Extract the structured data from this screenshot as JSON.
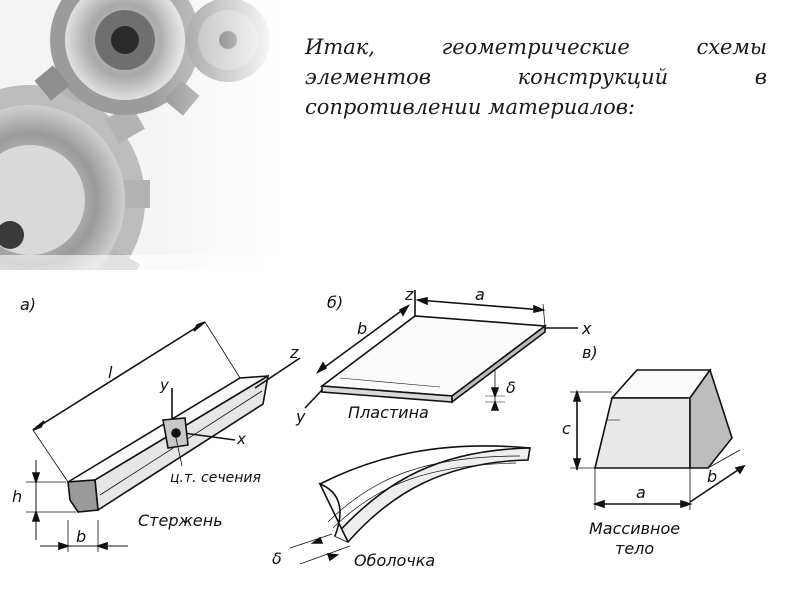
{
  "slide": {
    "heading": "Итак, геометрические схемы элементов конструкций в сопротивлении материалов:"
  },
  "figure": {
    "rod": {
      "panel": "а)",
      "length": "l",
      "height": "h",
      "width": "b",
      "axis_z": "z",
      "axis_y": "y",
      "axis_x": "x",
      "centroid": "ц.т. сечения",
      "name": "Стержень"
    },
    "plate": {
      "panel": "б)",
      "axis_z": "z",
      "side_a": "a",
      "side_b": "b",
      "axis_x": "x",
      "axis_y": "y",
      "thickness": "δ",
      "name": "Пластина"
    },
    "shell": {
      "thickness": "δ",
      "name": "Оболочка"
    },
    "solid": {
      "panel": "в)",
      "height": "c",
      "side_a": "a",
      "side_b": "b",
      "name_line1": "Массивное",
      "name_line2": "тело"
    }
  }
}
